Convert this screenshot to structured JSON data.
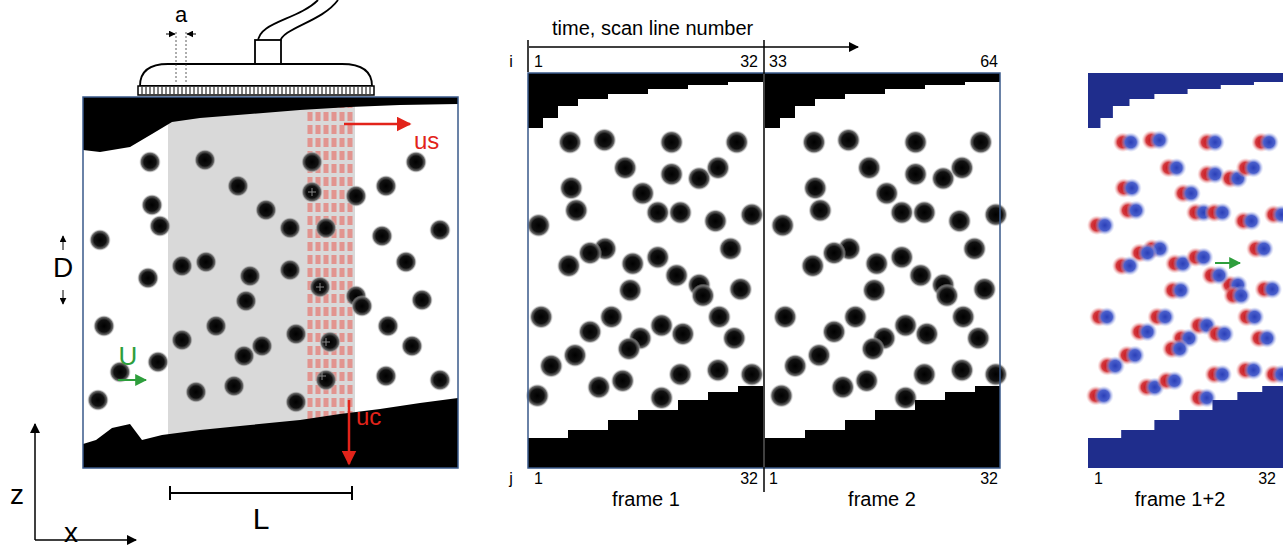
{
  "diagram": {
    "labels": [
      "a",
      "z",
      "x",
      "D",
      "U",
      "us",
      "uc",
      "L",
      "time, scan line number",
      "i",
      "1",
      "32",
      "33",
      "64",
      "j",
      "1",
      "32",
      "1",
      "32",
      "frame 1",
      "frame 2",
      "1",
      "32",
      "frame 1+2"
    ]
  }
}
